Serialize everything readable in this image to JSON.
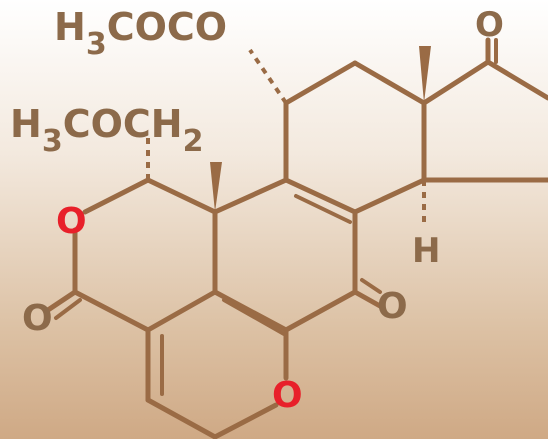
{
  "molecule": {
    "bond_color": "#9a6b45",
    "label_color": "#8c6a4a",
    "hetero_color": "#e8202a",
    "labels": {
      "acetoxy_prefix": "H",
      "acetoxy_sub": "3",
      "acetoxy_rest": "COCO",
      "methoxymethyl_prefix": "H",
      "methoxymethyl_sub1": "3",
      "methoxymethyl_mid": "COCH",
      "methoxymethyl_sub2": "2",
      "ketone_top": "O",
      "ketone_mid": "O",
      "lactone_carbonyl": "O",
      "lactone_ring_o": "O",
      "furan_o": "O",
      "hydrogen": "H"
    }
  }
}
